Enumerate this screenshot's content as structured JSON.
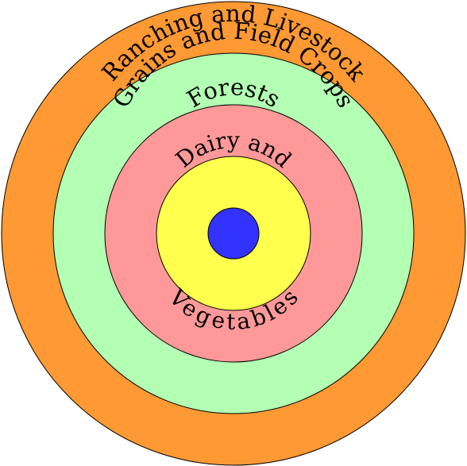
{
  "diagram": {
    "rings": [
      {
        "id": "ranching",
        "label": "Ranching and Livestock",
        "color": "#ff9933"
      },
      {
        "id": "grains",
        "label": "Grains and Field Crops",
        "color": "#b3ffb3"
      },
      {
        "id": "forests",
        "label": "Forests",
        "color": "#ff9999"
      },
      {
        "id": "dairy",
        "label_top": "Dairy and",
        "label_bottom": "Vegetables",
        "color": "#ffff4d"
      }
    ],
    "center": {
      "color": "#3333ff"
    },
    "stroke_color": "#000000"
  }
}
